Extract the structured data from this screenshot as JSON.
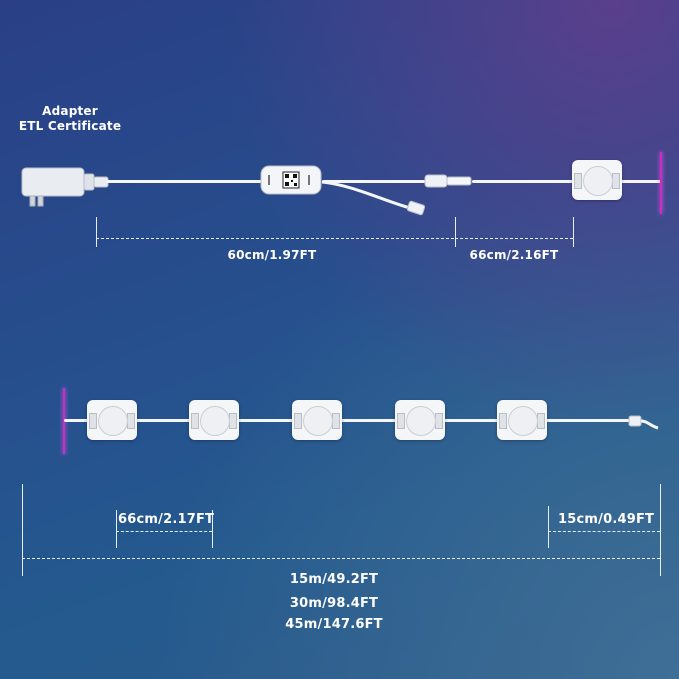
{
  "adapter": {
    "title_line1": "Adapter",
    "title_line2": "ETL Certificate"
  },
  "top_dimensions": {
    "adapter_to_connector": "60cm/1.97FT",
    "connector_to_first_light": "66cm/2.16FT"
  },
  "bottom_dimensions": {
    "light_spacing": "66cm/2.17FT",
    "tail_length": "15cm/0.49FT",
    "total_length_1": "15m/49.2FT",
    "total_length_2": "30m/98.4FT",
    "total_length_3": "45m/147.6FT"
  },
  "colors": {
    "background": "#2a4a8c",
    "wire": "#f4f6fa",
    "cut_mark": "#c72fc2"
  }
}
